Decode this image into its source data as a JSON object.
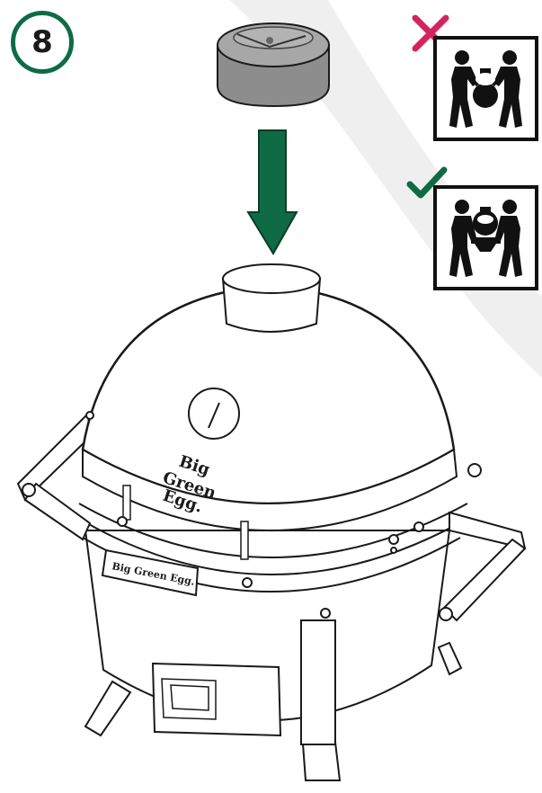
{
  "step": {
    "number": "8"
  },
  "colors": {
    "brand_green": "#0f6b45",
    "wrong_mark": "#d4245e",
    "check_mark": "#0f6b45",
    "cap_gray": "#8a8a8a",
    "background_arc": "#eeeeee"
  },
  "icons": {
    "wrong_mark": "cross-icon",
    "correct_mark": "check-icon",
    "arrow": "down-arrow-icon"
  },
  "grill": {
    "dome_brand_lines": [
      "Big",
      "Green",
      "Egg."
    ],
    "handle_brand": "Big Green Egg."
  },
  "instructions": {
    "incorrect_carry": "incorrect-lift-by-dome",
    "correct_carry": "correct-lift-by-base"
  }
}
